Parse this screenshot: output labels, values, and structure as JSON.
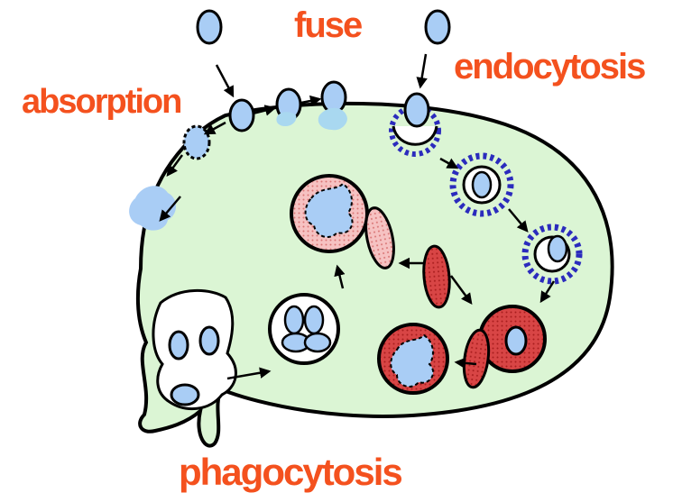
{
  "labels": {
    "fuse": "fuse",
    "endocytosis": "endocytosis",
    "absorption": "absorption",
    "phagocytosis": "phagocytosis"
  },
  "colors": {
    "label": "#f4511e",
    "cell_fill": "#dbf5d4",
    "vesicle_fill": "#a9cdf5",
    "coat": "#3030c0",
    "lysosome_dark": "#d03a3a",
    "lysosome_light": "#f3b5b5",
    "outline": "#000000"
  }
}
